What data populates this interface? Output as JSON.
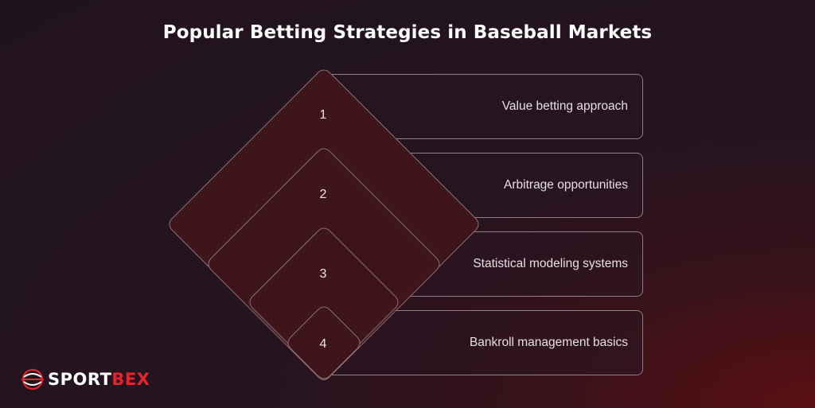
{
  "title": "Popular Betting Strategies in Baseball Markets",
  "items": [
    {
      "number": "1",
      "label": "Value betting approach"
    },
    {
      "number": "2",
      "label": "Arbitrage opportunities"
    },
    {
      "number": "3",
      "label": "Statistical modeling systems"
    },
    {
      "number": "4",
      "label": "Bankroll management basics"
    }
  ],
  "logo": {
    "text_main": "SPORT",
    "text_accent": "BEX"
  },
  "colors": {
    "diamond_fill": "#3e1519",
    "diamond_stroke": "#8a6d72",
    "card_border": "#8f7f87",
    "logo_accent": "#e8222b"
  }
}
